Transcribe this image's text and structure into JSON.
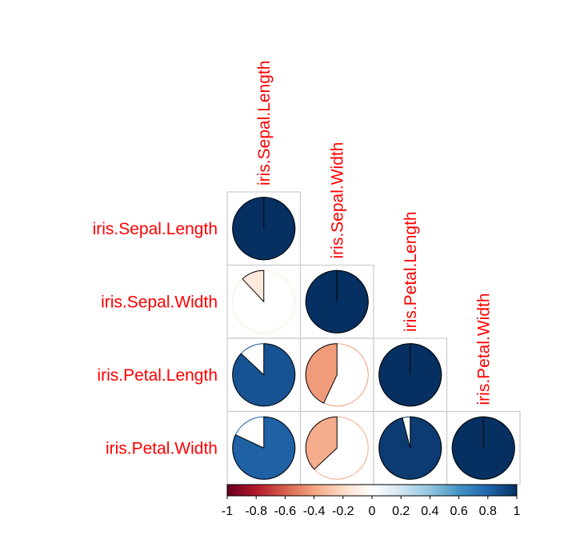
{
  "chart_data": {
    "type": "correlation-matrix-pie",
    "layout": "lower-triangle",
    "label_color": "#ff0000",
    "variables": [
      "iris.Sepal.Length",
      "iris.Sepal.Width",
      "iris.Petal.Length",
      "iris.Petal.Width"
    ],
    "matrix": [
      [
        1.0,
        -0.12,
        0.87,
        0.82
      ],
      [
        -0.12,
        1.0,
        -0.43,
        -0.37
      ],
      [
        0.87,
        -0.43,
        1.0,
        0.96
      ],
      [
        0.82,
        -0.37,
        0.96,
        1.0
      ]
    ],
    "colorbar": {
      "min": -1,
      "max": 1,
      "tick_labels": [
        "-1",
        "-0.8",
        "-0.6",
        "-0.4",
        "-0.2",
        "0",
        "0.2",
        "0.4",
        "0.6",
        "0.8",
        "1"
      ],
      "colors": [
        "#67001f",
        "#b2182b",
        "#d6604d",
        "#f4a582",
        "#fddbc7",
        "#ffffff",
        "#d1e5f0",
        "#92c5de",
        "#4393c3",
        "#2166ac",
        "#053061"
      ]
    }
  }
}
